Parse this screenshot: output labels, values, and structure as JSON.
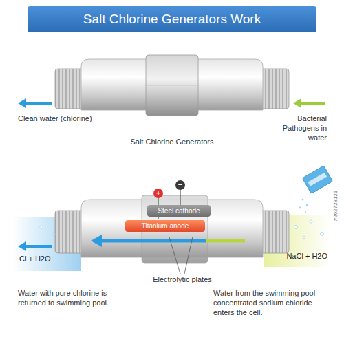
{
  "diagram": {
    "title": "Salt Chlorine Generators Work",
    "nodes": [
      {
        "text": [
          "Steel cathode"
        ]
      },
      {
        "text": [
          "Titanium anode"
        ]
      }
    ],
    "labels": [
      "Clean water (chlorine)",
      "Salt Chlorine Generators",
      "Bacterial Pathogens in water",
      "+",
      "−",
      "Cl + H2O",
      "NaCl + H2O",
      "Electrolytic plates",
      "Water with pure chlorine is returned to swimming pool.",
      "Water from the swimming pool concentrated sodium chloride enters the cell.",
      "#262728121"
    ]
  }
}
